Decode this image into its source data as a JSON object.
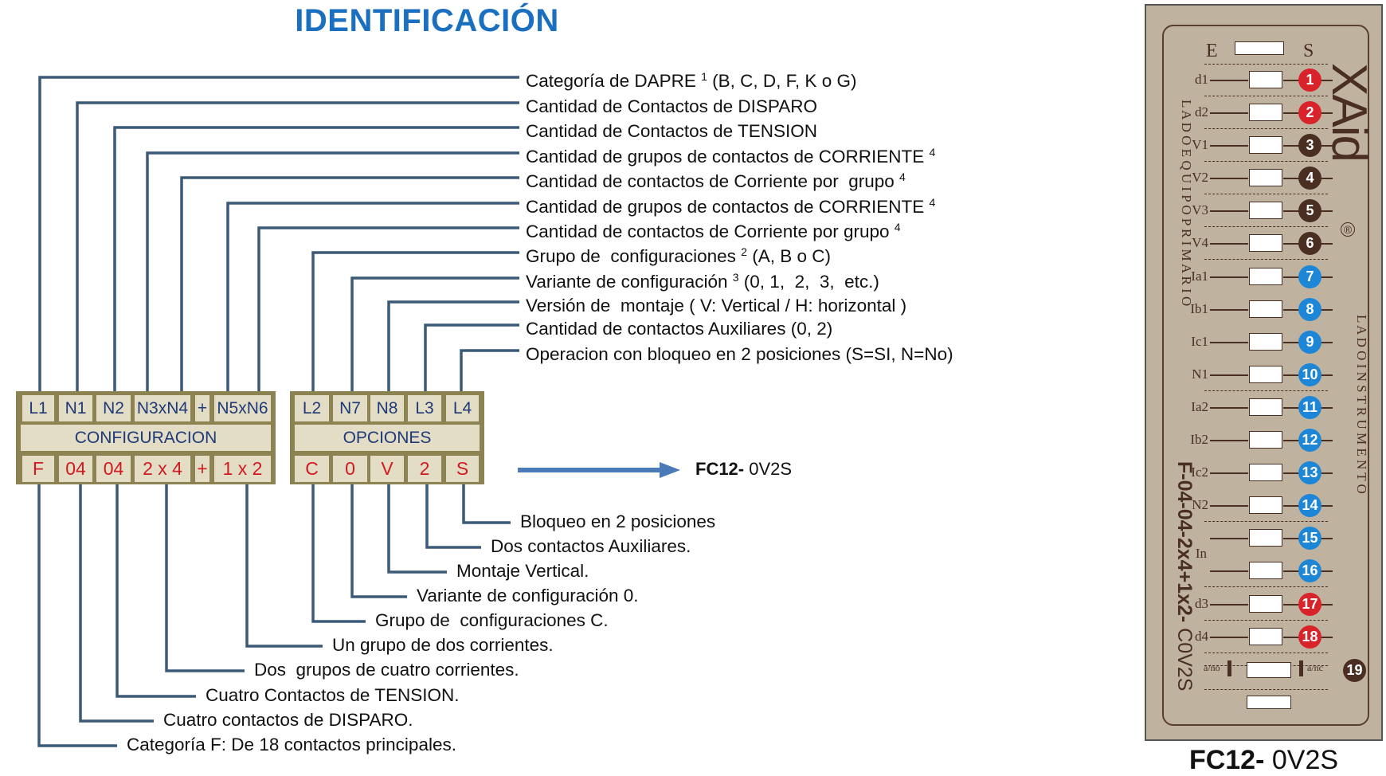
{
  "title": "IDENTIFICACIÓN",
  "top_descriptions": [
    {
      "pre": "Categoría de DAPRE ",
      "sup": "1",
      "post": " (B, C, D, F, K o G)"
    },
    {
      "pre": "Cantidad de Contactos de DISPARO",
      "sup": "",
      "post": ""
    },
    {
      "pre": "Cantidad de Contactos de TENSION",
      "sup": "",
      "post": ""
    },
    {
      "pre": "Cantidad de grupos de contactos de CORRIENTE ",
      "sup": "4",
      "post": ""
    },
    {
      "pre": "Cantidad de contactos de Corriente por  grupo ",
      "sup": "4",
      "post": ""
    },
    {
      "pre": "Cantidad de grupos de contactos de CORRIENTE ",
      "sup": "4",
      "post": ""
    },
    {
      "pre": "Cantidad de contactos de Corriente por grupo ",
      "sup": "4",
      "post": ""
    },
    {
      "pre": "Grupo de  configuraciones ",
      "sup": "2",
      "post": " (A, B o C)"
    },
    {
      "pre": "Variante de configuración ",
      "sup": "3",
      "post": " (0, 1,  2,  3,  etc.)"
    },
    {
      "pre": "Versión de  montaje ( V: Vertical / H: horizontal )",
      "sup": "",
      "post": ""
    },
    {
      "pre": "Cantidad de contactos Auxiliares (0, 2)",
      "sup": "",
      "post": ""
    },
    {
      "pre": "Operacion con bloqueo en 2 posiciones (S=SI, N=No)",
      "sup": "",
      "post": ""
    }
  ],
  "configuracion": {
    "label": "CONFIGURACION",
    "headers": [
      "L1",
      "N1",
      "N2",
      "N3xN4",
      "+",
      "N5xN6"
    ],
    "values": [
      "F",
      "04",
      "04",
      "2 x 4",
      "+",
      "1 x 2"
    ]
  },
  "opciones": {
    "label": "OPCIONES",
    "headers": [
      "L2",
      "N7",
      "N8",
      "L3",
      "L4"
    ],
    "values": [
      "C",
      "0",
      "V",
      "2",
      "S"
    ]
  },
  "result": {
    "bold": "FC12-",
    "rest": " 0V2S"
  },
  "bottom_descriptions": [
    "Bloqueo en 2 posiciones",
    "Dos contactos Auxiliares.",
    "Montaje Vertical.",
    "Variante de configuración 0.",
    "Grupo de  configuraciones C.",
    "Un grupo de dos corrientes.",
    "Dos  grupos de cuatro corrientes.",
    "Cuatro Contactos de TENSION.",
    "Cuatro contactos de DISPARO.",
    "Categoría F: De 18 contactos principales."
  ],
  "panel": {
    "entrada": "E",
    "salida": "S",
    "logo": "XAid",
    "registered": "®",
    "side_left": "L A D O    E Q U I P O    P R I M A R I O",
    "side_right": "L A D O    I N S T R U M E N T O",
    "code_bold": "F-04-04-2x4+1x2-",
    "code_rest": " C0V2S",
    "rows": [
      {
        "label": "d1",
        "num": "1",
        "color": "#d9232a"
      },
      {
        "label": "d2",
        "num": "2",
        "color": "#d9232a"
      },
      {
        "label": "V1",
        "num": "3",
        "color": "#4a2e22"
      },
      {
        "label": "V2",
        "num": "4",
        "color": "#4a2e22"
      },
      {
        "label": "V3",
        "num": "5",
        "color": "#4a2e22"
      },
      {
        "label": "V4",
        "num": "6",
        "color": "#4a2e22"
      },
      {
        "label": "Ia1",
        "num": "7",
        "color": "#1e86d6"
      },
      {
        "label": "Ib1",
        "num": "8",
        "color": "#1e86d6"
      },
      {
        "label": "Ic1",
        "num": "9",
        "color": "#1e86d6"
      },
      {
        "label": "N1",
        "num": "10",
        "color": "#1e86d6"
      },
      {
        "label": "Ia2",
        "num": "11",
        "color": "#1e86d6"
      },
      {
        "label": "Ib2",
        "num": "12",
        "color": "#1e86d6"
      },
      {
        "label": "Ic2",
        "num": "13",
        "color": "#1e86d6"
      },
      {
        "label": "N2",
        "num": "14",
        "color": "#1e86d6"
      },
      {
        "label": "In",
        "num": "15",
        "color": "#1e86d6"
      },
      {
        "label": "",
        "num": "16",
        "color": "#1e86d6"
      },
      {
        "label": "d3",
        "num": "17",
        "color": "#d9232a"
      },
      {
        "label": "d4",
        "num": "18",
        "color": "#d9232a"
      }
    ],
    "aux": {
      "left": "a/no",
      "right": "a/nc",
      "num": "19",
      "color": "#4a2e22"
    }
  },
  "bottom_label": {
    "bold": "FC12-",
    "rest": " 0V2S"
  },
  "colors": {
    "title": "#1a6fc0",
    "line": "#3b5a78",
    "box": "#8d8252",
    "cell": "#e3ddc6",
    "red": "#d01a1f",
    "navy": "#1f3a78"
  }
}
